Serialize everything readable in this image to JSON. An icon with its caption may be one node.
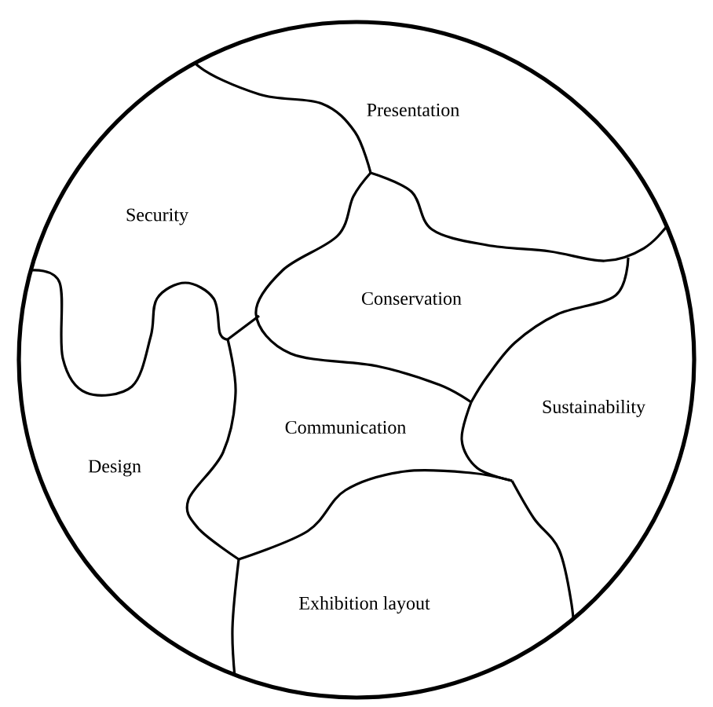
{
  "diagram": {
    "nodes": [
      {
        "text": [],
        "shape": "circle"
      },
      {
        "text": [
          "Presentation"
        ],
        "in": 0
      },
      {
        "text": [
          "Security"
        ],
        "in": 0
      },
      {
        "text": [
          "Conservation"
        ],
        "in": 0
      },
      {
        "text": [
          "Sustainability"
        ],
        "in": 0
      },
      {
        "text": [
          "Communication"
        ],
        "in": 0
      },
      {
        "text": [
          "Design"
        ],
        "in": 0
      },
      {
        "text": [
          "Exhibition layout"
        ],
        "in": 0
      }
    ]
  }
}
